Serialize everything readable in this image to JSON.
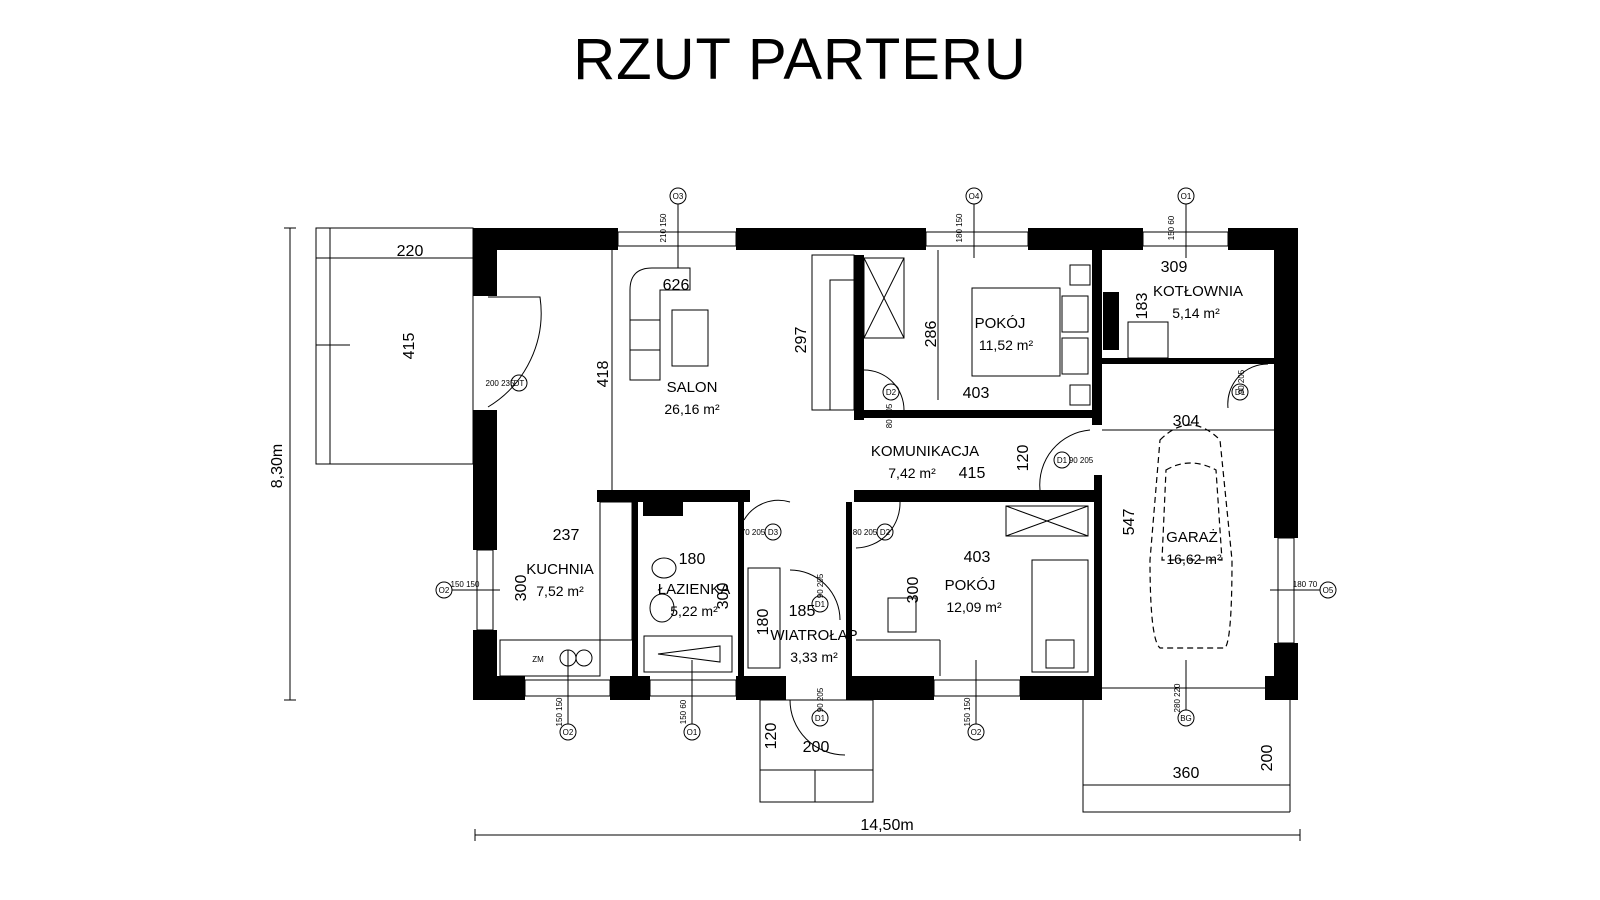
{
  "title": "RZUT PARTERU",
  "rooms": {
    "salon": {
      "name": "SALON",
      "area": "26,16 m²"
    },
    "komunikacja": {
      "name": "KOMUNIKACJA",
      "area": "7,42 m²"
    },
    "pokoj1": {
      "name": "POKÓJ",
      "area": "11,52 m²"
    },
    "kotlownia": {
      "name": "KOTŁOWNIA",
      "area": "5,14 m²"
    },
    "kuchnia": {
      "name": "KUCHNIA",
      "area": "7,52 m²"
    },
    "lazienka": {
      "name": "ŁAZIENKA",
      "area": "5,22 m²"
    },
    "wiatrolap": {
      "name": "WIATROŁAP",
      "area": "3,33 m²"
    },
    "pokoj2": {
      "name": "POKÓJ",
      "area": "12,09 m²"
    },
    "garaz": {
      "name": "GARAŻ",
      "area": "16,62 m²"
    }
  },
  "dimensions": {
    "total_width": "14,50m",
    "total_height": "8,30m",
    "terrace_w": "220",
    "terrace_h": "415",
    "salon_w": "626",
    "salon_h": "418",
    "kom_h": "297",
    "pokoj1_h": "286",
    "pokoj1_w": "403",
    "kotl_w": "309",
    "kotl_h": "183",
    "kom_w": "415",
    "kom_h2": "120",
    "garaz_w": "304",
    "garaz_h": "547",
    "kuch_w": "237",
    "kuch_h": "300",
    "laz_w": "180",
    "laz_h": "300",
    "wiat_w": "185",
    "wiat_h": "180",
    "pokoj2_w": "403",
    "pokoj2_h": "300",
    "entry_h": "120",
    "entry_w": "200",
    "drive_w": "360",
    "drive_h": "200"
  },
  "symbols": {
    "O3_top": {
      "id": "O3",
      "size": "210 150"
    },
    "O4_top": {
      "id": "O4",
      "size": "180 150"
    },
    "O1_top": {
      "id": "O1",
      "size": "150 60"
    },
    "DT": {
      "id": "DT",
      "size": "200 235"
    },
    "D2_salon": {
      "id": "D2",
      "size": "80 205"
    },
    "D1_kotl": {
      "id": "D1",
      "size": "90 205"
    },
    "D1_kom": {
      "id": "D1",
      "size": "90 205"
    },
    "D3": {
      "id": "D3",
      "size": "70 205"
    },
    "D2_pok": {
      "id": "D2",
      "size": "80 205"
    },
    "D1_wiat": {
      "id": "D1",
      "size": "90 205"
    },
    "D1_entry": {
      "id": "D1",
      "size": "90 205"
    },
    "O2_left": {
      "id": "O2",
      "size": "150 150"
    },
    "O5_right": {
      "id": "O5",
      "size": "180 70"
    },
    "O2_bot1": {
      "id": "O2",
      "size": "150 150"
    },
    "O1_bot": {
      "id": "O1",
      "size": "150 60"
    },
    "O2_bot2": {
      "id": "O2",
      "size": "150 150"
    },
    "BG": {
      "id": "BG",
      "size": "280 220"
    }
  },
  "misc": {
    "zm": "ZM"
  }
}
